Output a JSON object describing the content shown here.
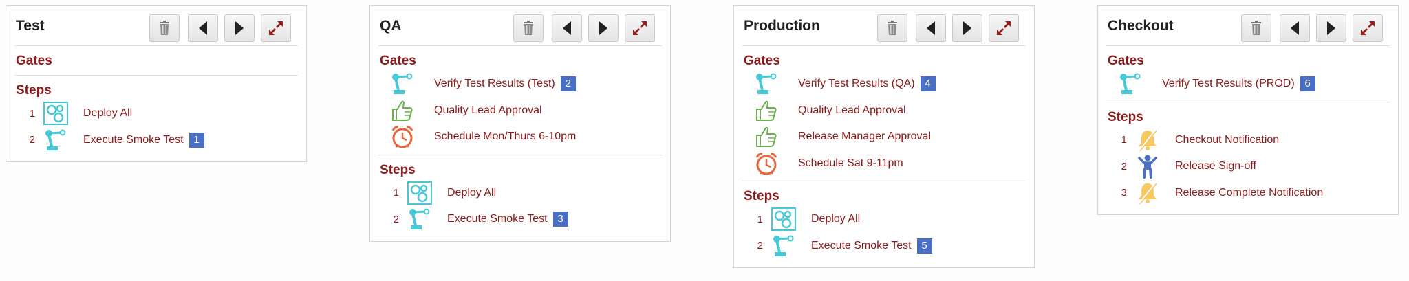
{
  "toolbar": {
    "delete": "trash-icon",
    "move_left": "arrow-left-icon",
    "move_right": "arrow-right-icon",
    "expand": "expand-icon"
  },
  "colors": {
    "accent": "#8b1a1a",
    "badge": "#4a6fc4",
    "robot": "#46c8d6",
    "thumb": "#6ab04c",
    "clock": "#e8663c",
    "bell": "#f6c85f",
    "person": "#4a6fc4"
  },
  "panels": [
    {
      "title": "Test",
      "gates_label": "Gates",
      "gates": [],
      "steps_label": "Steps",
      "steps": [
        {
          "num": "1",
          "icon": "deploy-icon",
          "label": "Deploy All",
          "badge": ""
        },
        {
          "num": "2",
          "icon": "robot-arm-icon",
          "label": "Execute Smoke Test",
          "badge": "1"
        }
      ]
    },
    {
      "title": "QA",
      "gates_label": "Gates",
      "gates": [
        {
          "icon": "robot-arm-icon",
          "label": "Verify Test Results (Test)",
          "badge": "2"
        },
        {
          "icon": "thumbs-up-icon",
          "label": "Quality Lead Approval",
          "badge": ""
        },
        {
          "icon": "alarm-clock-icon",
          "label": "Schedule Mon/Thurs 6-10pm",
          "badge": ""
        }
      ],
      "steps_label": "Steps",
      "steps": [
        {
          "num": "1",
          "icon": "deploy-icon",
          "label": "Deploy All",
          "badge": ""
        },
        {
          "num": "2",
          "icon": "robot-arm-icon",
          "label": "Execute Smoke Test",
          "badge": "3"
        }
      ]
    },
    {
      "title": "Production",
      "gates_label": "Gates",
      "gates": [
        {
          "icon": "robot-arm-icon",
          "label": "Verify Test Results (QA)",
          "badge": "4"
        },
        {
          "icon": "thumbs-up-icon",
          "label": "Quality Lead Approval",
          "badge": ""
        },
        {
          "icon": "thumbs-up-icon",
          "label": "Release Manager Approval",
          "badge": ""
        },
        {
          "icon": "alarm-clock-icon",
          "label": "Schedule Sat 9-11pm",
          "badge": ""
        }
      ],
      "steps_label": "Steps",
      "steps": [
        {
          "num": "1",
          "icon": "deploy-icon",
          "label": "Deploy All",
          "badge": ""
        },
        {
          "num": "2",
          "icon": "robot-arm-icon",
          "label": "Execute Smoke Test",
          "badge": "5"
        }
      ]
    },
    {
      "title": "Checkout",
      "gates_label": "Gates",
      "gates": [
        {
          "icon": "robot-arm-icon",
          "label": "Verify Test Results (PROD)",
          "badge": "6"
        }
      ],
      "steps_label": "Steps",
      "steps": [
        {
          "num": "1",
          "icon": "bell-off-icon",
          "label": "Checkout Notification",
          "badge": ""
        },
        {
          "num": "2",
          "icon": "person-icon",
          "label": "Release Sign-off",
          "badge": ""
        },
        {
          "num": "3",
          "icon": "bell-off-icon",
          "label": "Release Complete Notification",
          "badge": ""
        }
      ]
    }
  ]
}
